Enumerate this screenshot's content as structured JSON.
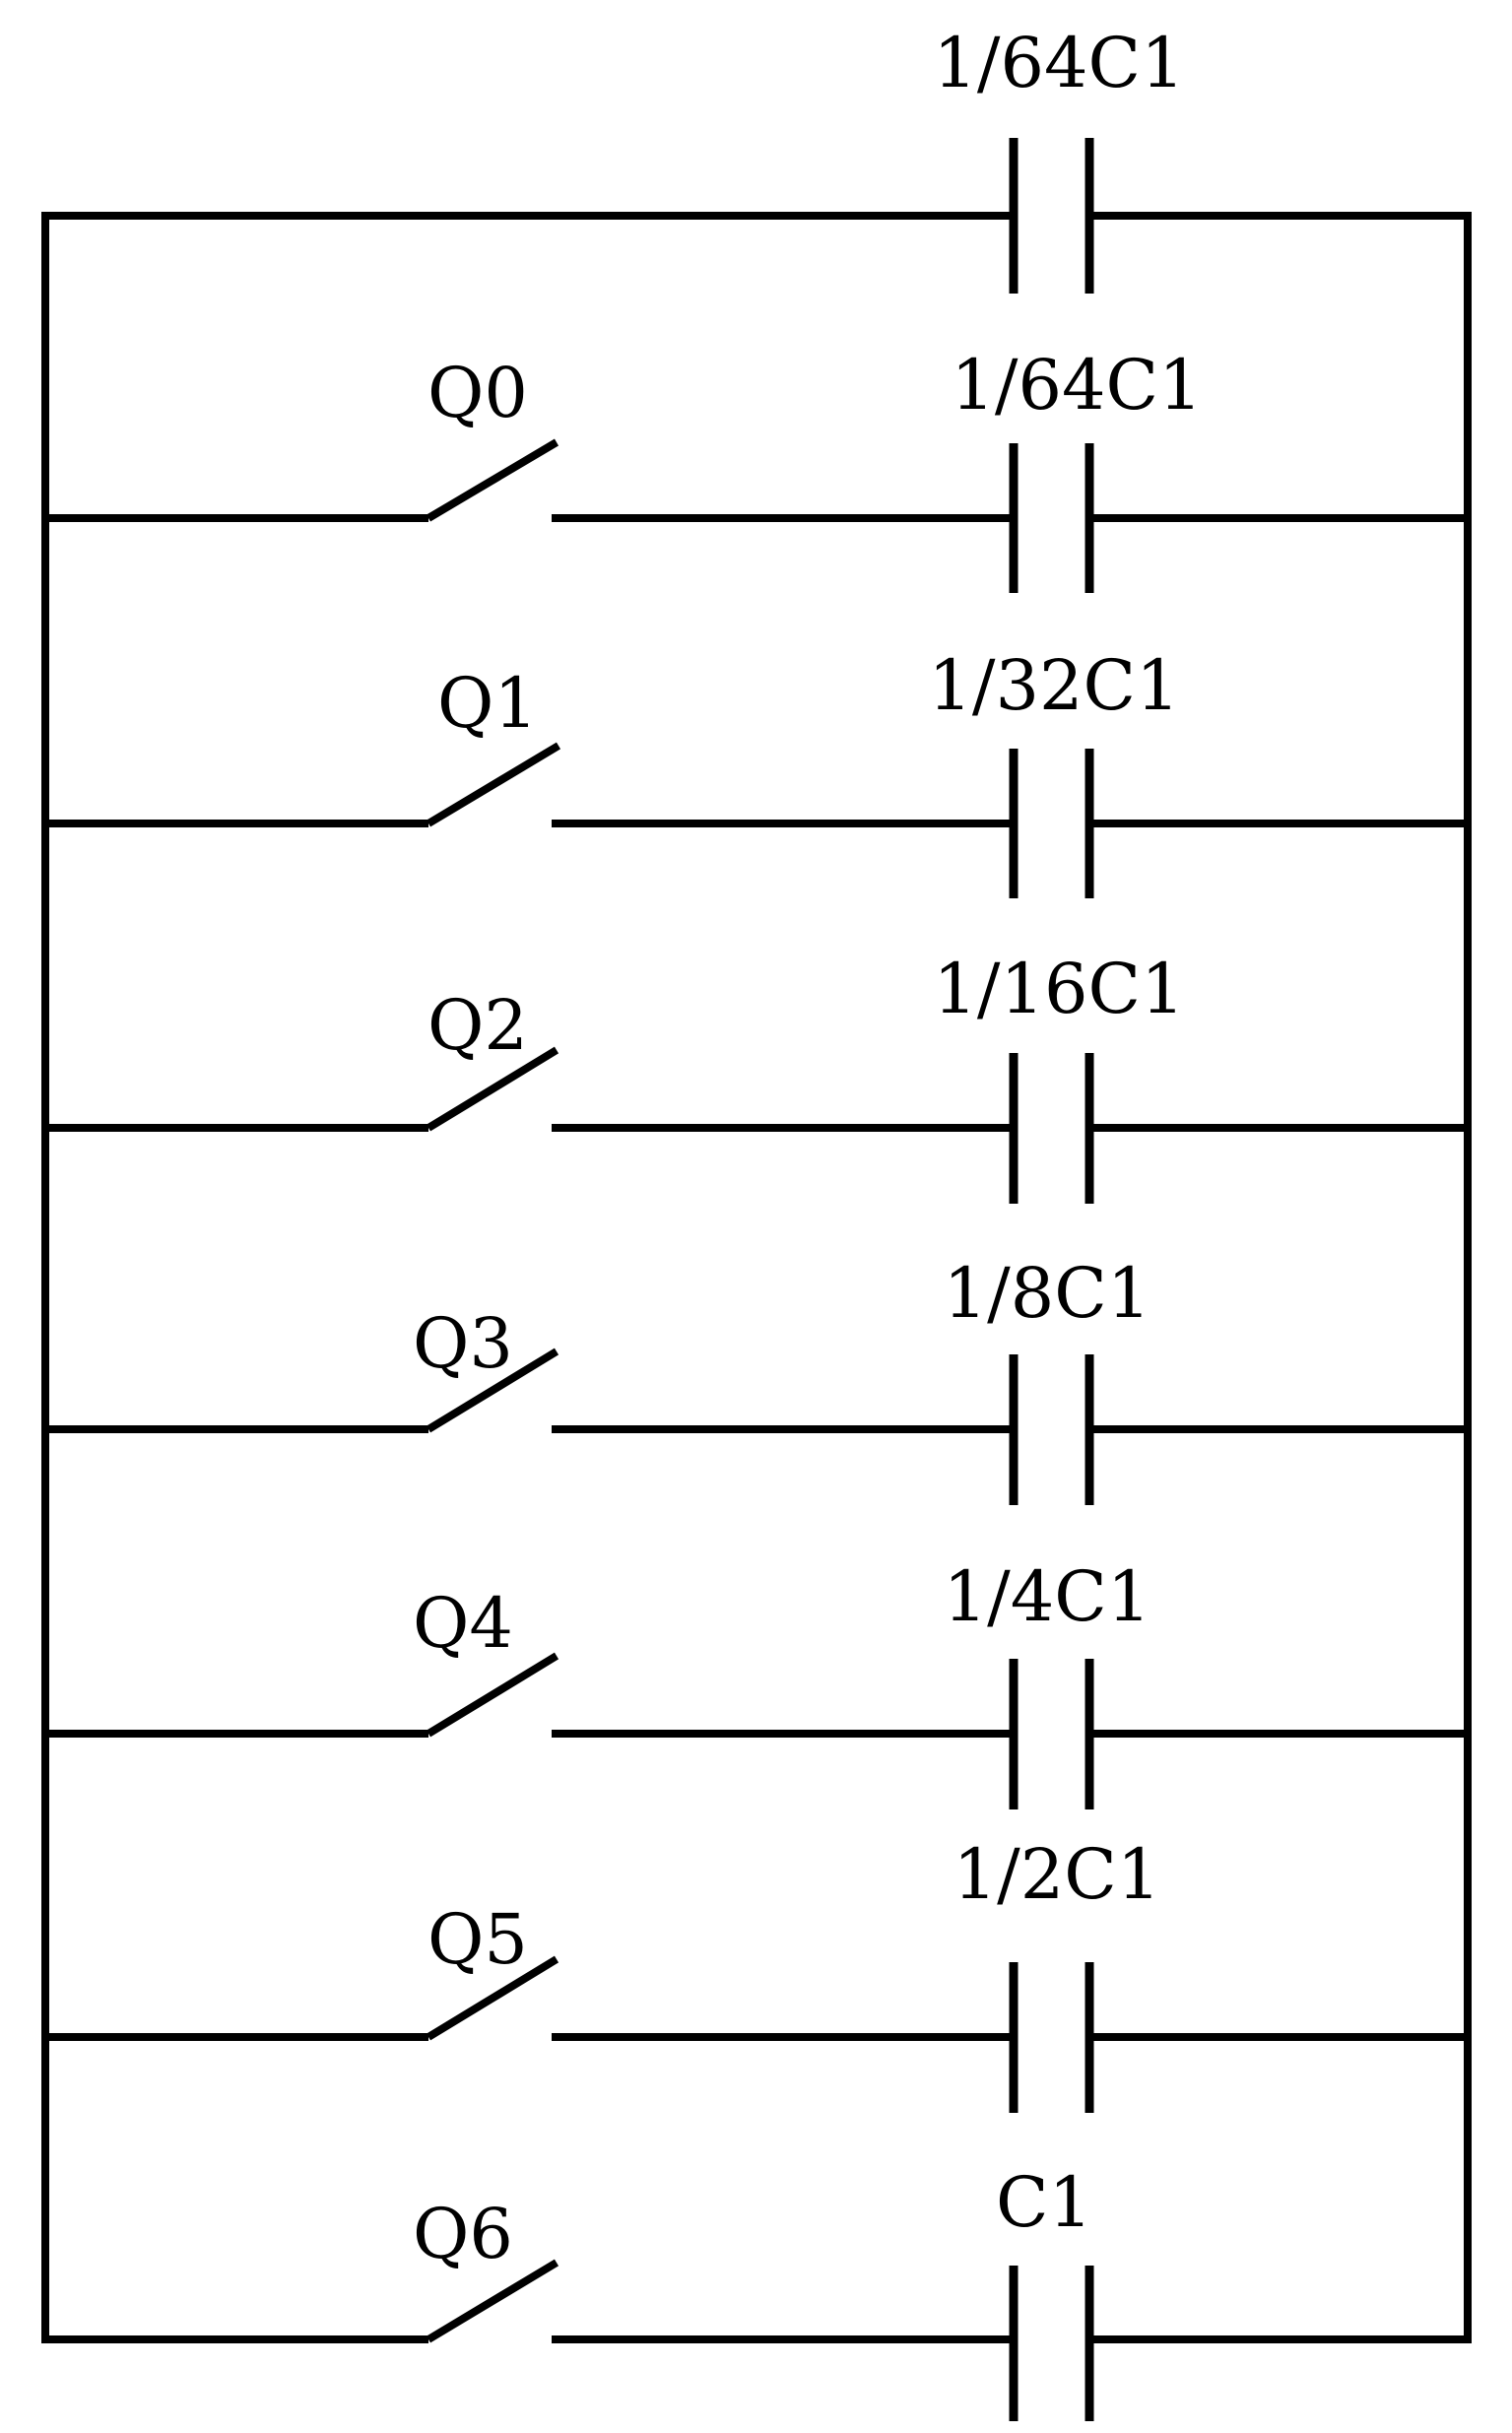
{
  "diagram": {
    "top_branch": {
      "capacitor_label": "1/64C1"
    },
    "branches": [
      {
        "switch_label": "Q0",
        "capacitor_label": "1/64C1"
      },
      {
        "switch_label": "Q1",
        "capacitor_label": "1/32C1"
      },
      {
        "switch_label": "Q2",
        "capacitor_label": "1/16C1"
      },
      {
        "switch_label": "Q3",
        "capacitor_label": "1/8C1"
      },
      {
        "switch_label": "Q4",
        "capacitor_label": "1/4C1"
      },
      {
        "switch_label": "Q5",
        "capacitor_label": "1/2C1"
      },
      {
        "switch_label": "Q6",
        "capacitor_label": "C1"
      }
    ],
    "line_color": "#000000"
  }
}
